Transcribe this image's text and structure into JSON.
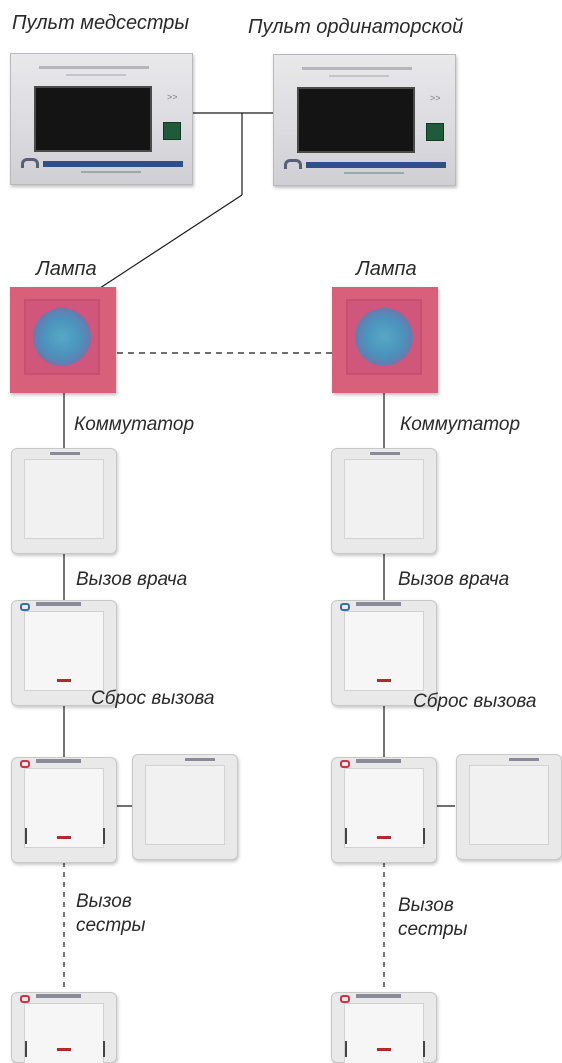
{
  "labels": {
    "nurse_console": "Пульт медсестры",
    "staff_console": "Пульт ординаторской",
    "lamp_left": "Лампа",
    "lamp_right": "Лампа",
    "switch_left": "Коммутатор",
    "switch_right": "Коммутатор",
    "doctor_call_left": "Вызов врача",
    "doctor_call_right": "Вызов врача",
    "reset_left": "Сброс вызова",
    "reset_right": "Сброс вызова",
    "nurse_call_left_1": "Вызов",
    "nurse_call_left_2": "сестры",
    "nurse_call_right_1": "Вызов",
    "nurse_call_right_2": "сестры"
  },
  "colors": {
    "lamp": "#d9607a",
    "lens": "#57a8c6",
    "wire": "#1a1a1a",
    "indicator": "#b22a2a",
    "brand_bar": "#2d4f8a"
  },
  "icons": {
    "console": "control-panel",
    "lamp": "corridor-lamp",
    "switch": "wall-switch",
    "call_button": "call-button"
  }
}
